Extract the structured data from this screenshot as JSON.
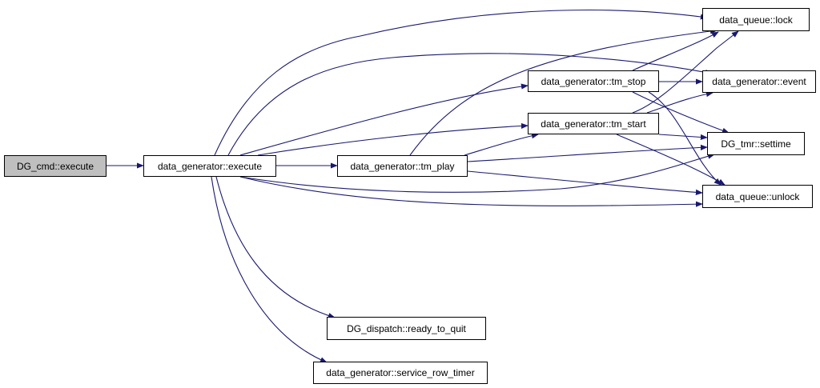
{
  "graph": {
    "nodes": [
      {
        "id": "dg_cmd_execute",
        "label": "DG_cmd::execute",
        "root": true
      },
      {
        "id": "dg_execute",
        "label": "data_generator::execute"
      },
      {
        "id": "tm_play",
        "label": "data_generator::tm_play"
      },
      {
        "id": "tm_stop",
        "label": "data_generator::tm_stop"
      },
      {
        "id": "tm_start",
        "label": "data_generator::tm_start"
      },
      {
        "id": "dq_lock",
        "label": "data_queue::lock"
      },
      {
        "id": "dg_event",
        "label": "data_generator::event"
      },
      {
        "id": "tmr_settime",
        "label": "DG_tmr::settime"
      },
      {
        "id": "dq_unlock",
        "label": "data_queue::unlock"
      },
      {
        "id": "ready_to_quit",
        "label": "DG_dispatch::ready_to_quit"
      },
      {
        "id": "service_row_timer",
        "label": "data_generator::service_row_timer"
      }
    ],
    "edges": [
      [
        "dg_cmd_execute",
        "dg_execute"
      ],
      [
        "dg_execute",
        "tm_play"
      ],
      [
        "dg_execute",
        "tm_stop"
      ],
      [
        "dg_execute",
        "tm_start"
      ],
      [
        "dg_execute",
        "dq_lock"
      ],
      [
        "dg_execute",
        "dg_event"
      ],
      [
        "dg_execute",
        "tmr_settime"
      ],
      [
        "dg_execute",
        "dq_unlock"
      ],
      [
        "dg_execute",
        "ready_to_quit"
      ],
      [
        "dg_execute",
        "service_row_timer"
      ],
      [
        "tm_play",
        "tm_start"
      ],
      [
        "tm_play",
        "dq_lock"
      ],
      [
        "tm_play",
        "tmr_settime"
      ],
      [
        "tm_play",
        "dq_unlock"
      ],
      [
        "tm_stop",
        "dq_lock"
      ],
      [
        "tm_stop",
        "dg_event"
      ],
      [
        "tm_stop",
        "tmr_settime"
      ],
      [
        "tm_stop",
        "dq_unlock"
      ],
      [
        "tm_start",
        "dq_lock"
      ],
      [
        "tm_start",
        "dg_event"
      ],
      [
        "tm_start",
        "tmr_settime"
      ],
      [
        "tm_start",
        "dq_unlock"
      ]
    ],
    "colors": {
      "edge": "#191970",
      "root_fill": "#bfbfbf",
      "node_border": "#000000"
    }
  }
}
